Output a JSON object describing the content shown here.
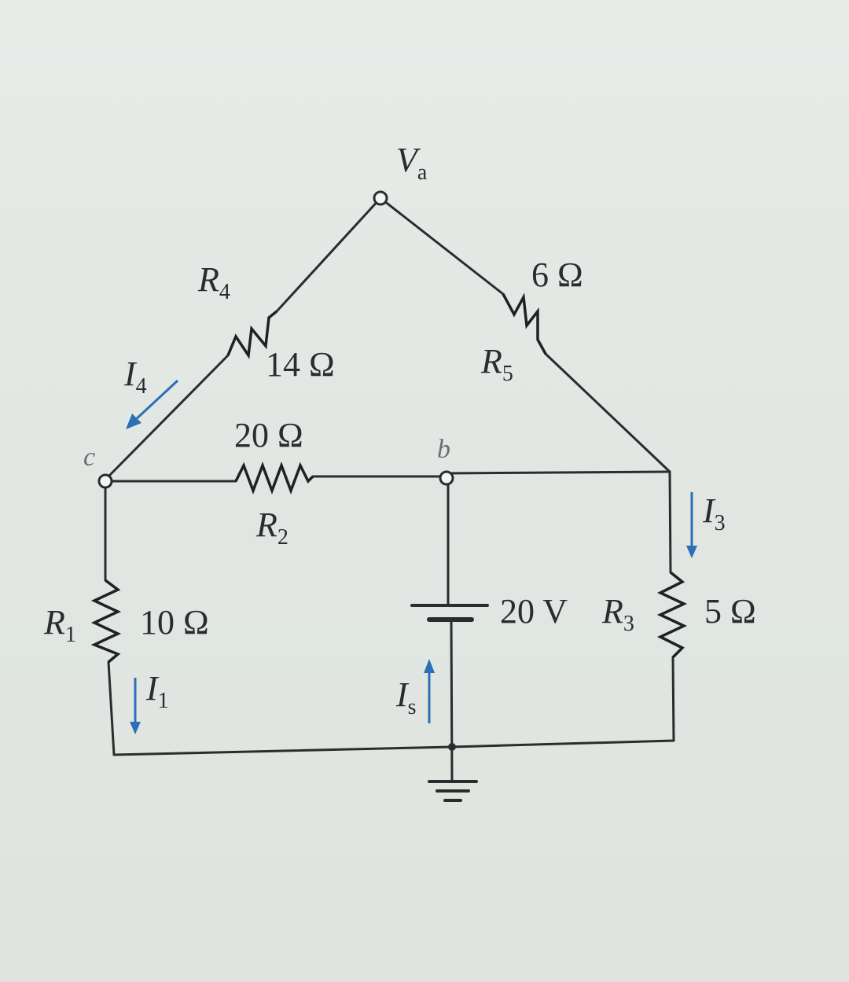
{
  "diagram": {
    "nodes": {
      "a_label": "V",
      "a_sub": "a",
      "b_label": "b",
      "c_label": "c"
    },
    "resistors": {
      "R1": {
        "name": "R",
        "sub": "1",
        "value": "10 Ω"
      },
      "R2": {
        "name": "R",
        "sub": "2",
        "value": "20 Ω"
      },
      "R3": {
        "name": "R",
        "sub": "3",
        "value": "5 Ω"
      },
      "R4": {
        "name": "R",
        "sub": "4",
        "value": "14 Ω"
      },
      "R5": {
        "name": "R",
        "sub": "5",
        "value": "6 Ω"
      }
    },
    "source": {
      "value": "20 V"
    },
    "currents": {
      "I1": {
        "name": "I",
        "sub": "1"
      },
      "I3": {
        "name": "I",
        "sub": "3"
      },
      "I4": {
        "name": "I",
        "sub": "4"
      },
      "Is": {
        "name": "I",
        "sub": "s"
      }
    },
    "colors": {
      "wire": "#2a2d2f",
      "arrow": "#2b6fb5",
      "background": "#e3e7e4"
    }
  }
}
